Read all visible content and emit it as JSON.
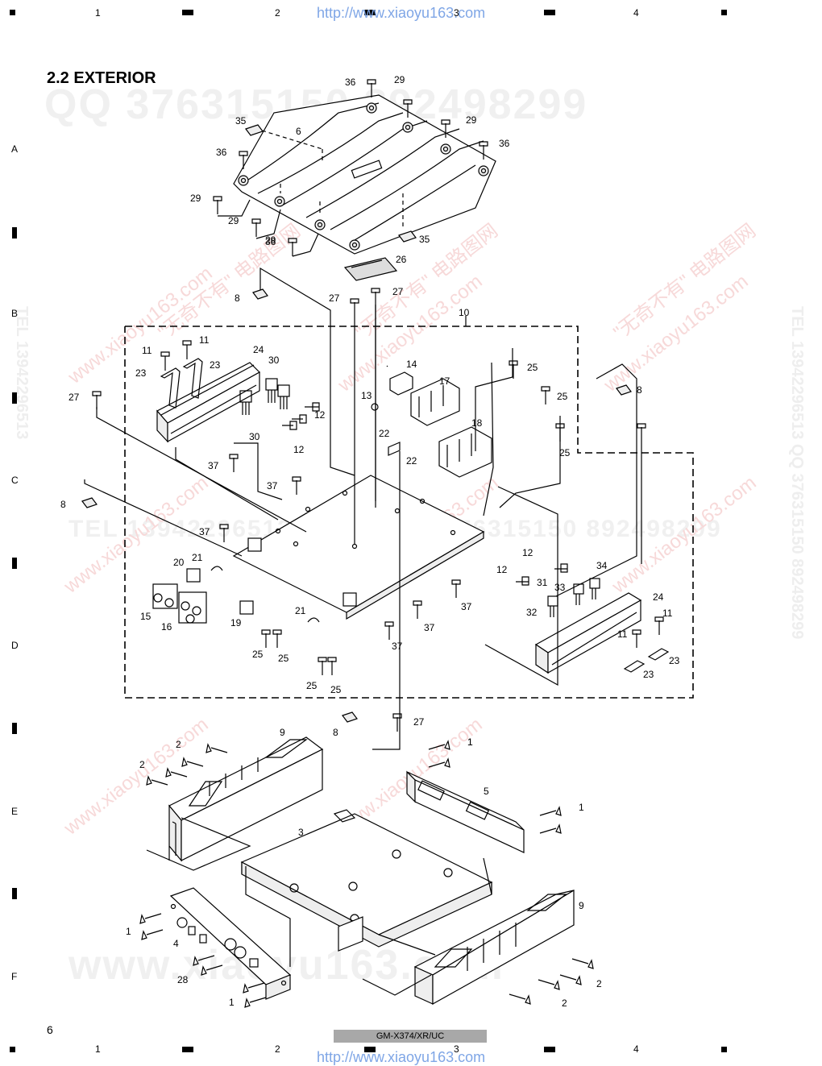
{
  "header": {
    "url": "http://www.xiaoyu163.com",
    "column_numbers": [
      "1",
      "2",
      "3",
      "4"
    ],
    "row_letters": [
      "A",
      "B",
      "C",
      "D",
      "E",
      "F"
    ]
  },
  "section_title": "2.2 EXTERIOR",
  "watermarks": {
    "qq_top": "QQ 376315150   892498299",
    "tel_mid": "TEL 13942296513",
    "qq_mid": "QQ 376315150   892498299",
    "www_bottom": "www.xiaoyu163.com",
    "red_site": "www.xiaoyu163.com",
    "red_cn": "\"无奇不有\" 电路图网",
    "side_right": "TEL 13942296513   QQ 376315150  892498299",
    "side_left": "TEL 13942296513"
  },
  "part_labels": [
    "36",
    "29",
    "29",
    "29",
    "36",
    "35",
    "6",
    "36",
    "29",
    "29",
    "36",
    "35",
    "26",
    "8",
    "27",
    "27",
    "10",
    "11",
    "11",
    "24",
    "30",
    "23",
    "23",
    "14",
    "17",
    "13",
    "12",
    "12",
    "30",
    "25",
    "25",
    "8",
    "27",
    "22",
    "22",
    "18",
    "25",
    "37",
    "37",
    "8",
    "37",
    "20",
    "21",
    "15",
    "16",
    "19",
    "21",
    "25",
    "25",
    "25",
    "25",
    "37",
    "37",
    "37",
    "12",
    "12",
    "34",
    "31",
    "33",
    "32",
    "24",
    "11",
    "11",
    "23",
    "23",
    "8",
    "27",
    "9",
    "2",
    "2",
    "1",
    "1",
    "5",
    "3",
    "1",
    "9",
    "1",
    "4",
    "28",
    "1",
    "2",
    "2"
  ],
  "footer": {
    "page_number": "6",
    "model": "GM-X374/XR/UC"
  }
}
